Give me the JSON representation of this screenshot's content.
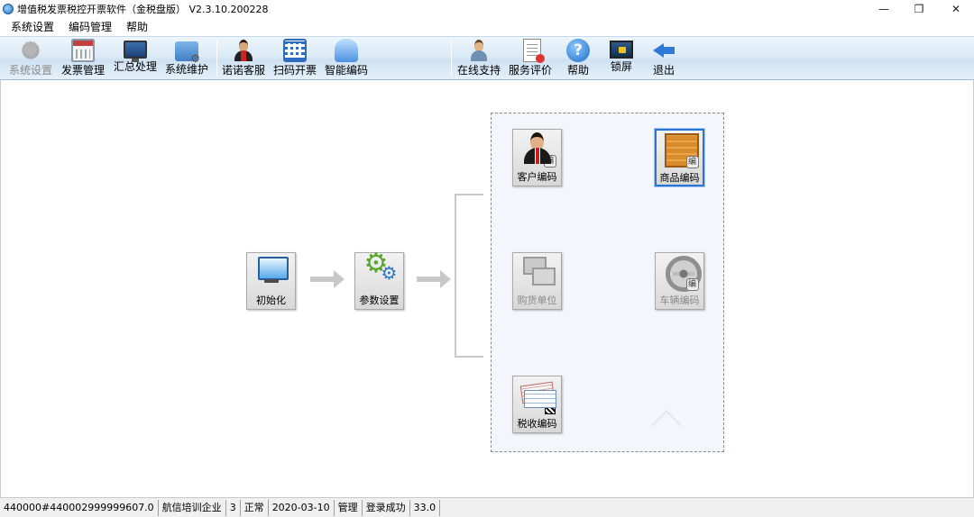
{
  "window": {
    "title": "增值税发票税控开票软件（金税盘版） V2.3.10.200228",
    "controls": {
      "minimize": "—",
      "restore": "❐",
      "close": "✕"
    }
  },
  "menu": [
    "系统设置",
    "编码管理",
    "帮助"
  ],
  "toolbar": {
    "left": [
      {
        "label": "系统设置",
        "icon": "gear-icon",
        "enabled": false
      },
      {
        "label": "发票管理",
        "icon": "calendar-icon",
        "enabled": true
      },
      {
        "label": "汇总处理",
        "icon": "monitor-icon",
        "enabled": true
      },
      {
        "label": "系统维护",
        "icon": "folder-icon",
        "enabled": true
      },
      {
        "label": "诺诺客服",
        "icon": "person-icon",
        "enabled": true
      },
      {
        "label": "扫码开票",
        "icon": "qr-icon",
        "enabled": true
      },
      {
        "label": "智能编码",
        "icon": "cloud-icon",
        "enabled": true
      }
    ],
    "right": [
      {
        "label": "在线支持",
        "icon": "support-person-icon",
        "enabled": true
      },
      {
        "label": "服务评价",
        "icon": "document-icon",
        "enabled": true
      },
      {
        "label": "帮助",
        "icon": "help-icon",
        "enabled": true
      },
      {
        "label": "锁屏",
        "icon": "lock-screen-icon",
        "enabled": true
      },
      {
        "label": "退出",
        "icon": "back-arrow-icon",
        "enabled": true
      }
    ]
  },
  "flow": {
    "init_label": "初始化",
    "params_label": "参数设置"
  },
  "codes": {
    "customer": "客户编码",
    "goods": "商品编码",
    "buyer_unit": "购货单位",
    "vehicle": "车辆编码",
    "tax": "税收编码",
    "badge_char": "编"
  },
  "status": [
    "440000#440002999999607.0",
    "航信培训企业",
    "3",
    "正常",
    "2020-03-10",
    "管理",
    "登录成功",
    "33.0"
  ],
  "colors": {
    "selected_border": "#2a74d2",
    "toolbar_bg": "#dbeaf6",
    "panel_bg": "#f3f6fa"
  }
}
